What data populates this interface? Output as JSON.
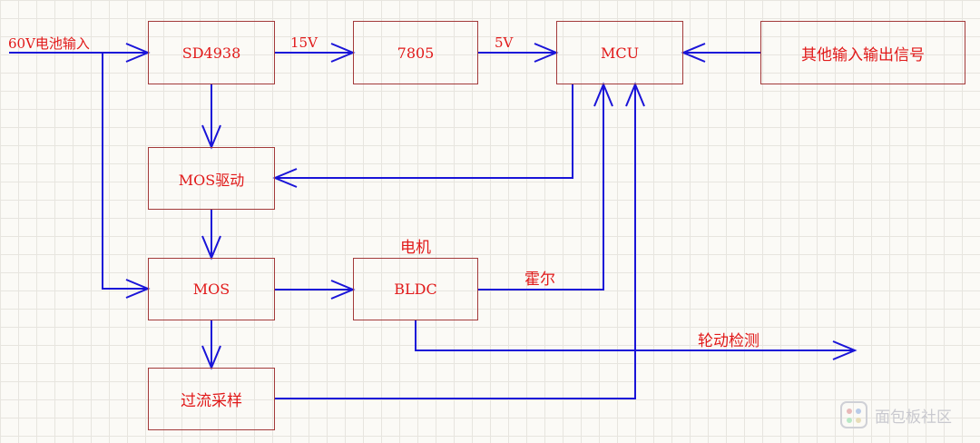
{
  "blocks": {
    "sd4938": "SD4938",
    "reg7805": "7805",
    "mcu": "MCU",
    "other_io": "其他输入输出信号",
    "mos_driver": "MOS驱动",
    "mos": "MOS",
    "bldc": "BLDC",
    "current_sampling": "过流采样"
  },
  "labels": {
    "battery_input": "60V电池输入",
    "v15": "15V",
    "v5": "5V",
    "motor": "电机",
    "hall": "霍尔",
    "wheel_detect": "轮动检测"
  },
  "colors": {
    "box_border": "#a33a3a",
    "text": "#e11919",
    "wire": "#1a14d8"
  },
  "watermark": {
    "text": "面包板社区"
  }
}
